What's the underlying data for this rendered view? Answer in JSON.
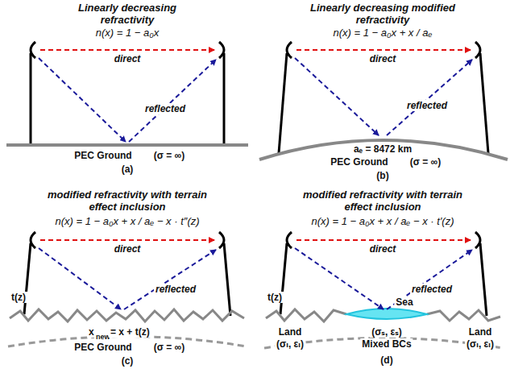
{
  "diagram": {
    "labels": [
      "Linearly decreasing refractivity",
      "n(x) = 1 − a₀x",
      "direct",
      "reflected",
      "PEC Ground",
      "(σ = ∞)",
      "(a)",
      "Linearly decreasing modified refractivity",
      "n(x) = 1 − a₀x + x / aₑ",
      "direct",
      "reflected",
      "aₑ = 8472 km",
      "PEC Ground",
      "(σ = ∞)",
      "(b)",
      "modified refractivity with terrain effect inclusion",
      "n(x) = 1 − a₀x + x / aₑ − x · t″(z)",
      "direct",
      "reflected",
      "t(z)",
      "x",
      "new",
      "= x + t(z)",
      "PEC Ground",
      "(σ = ∞)",
      "(c)",
      "modified refractivity with terrain effect inclusion",
      "n(x) = 1 − a₀x + x / aₑ − x · t′(z)",
      "direct",
      "reflected",
      "t(z)",
      "Sea",
      "Land",
      "(σₗ, εₗ)",
      "(σₛ, εₛ)",
      "Mixed BCs",
      "Land",
      "(σₗ, εₗ)",
      "(d)"
    ]
  }
}
